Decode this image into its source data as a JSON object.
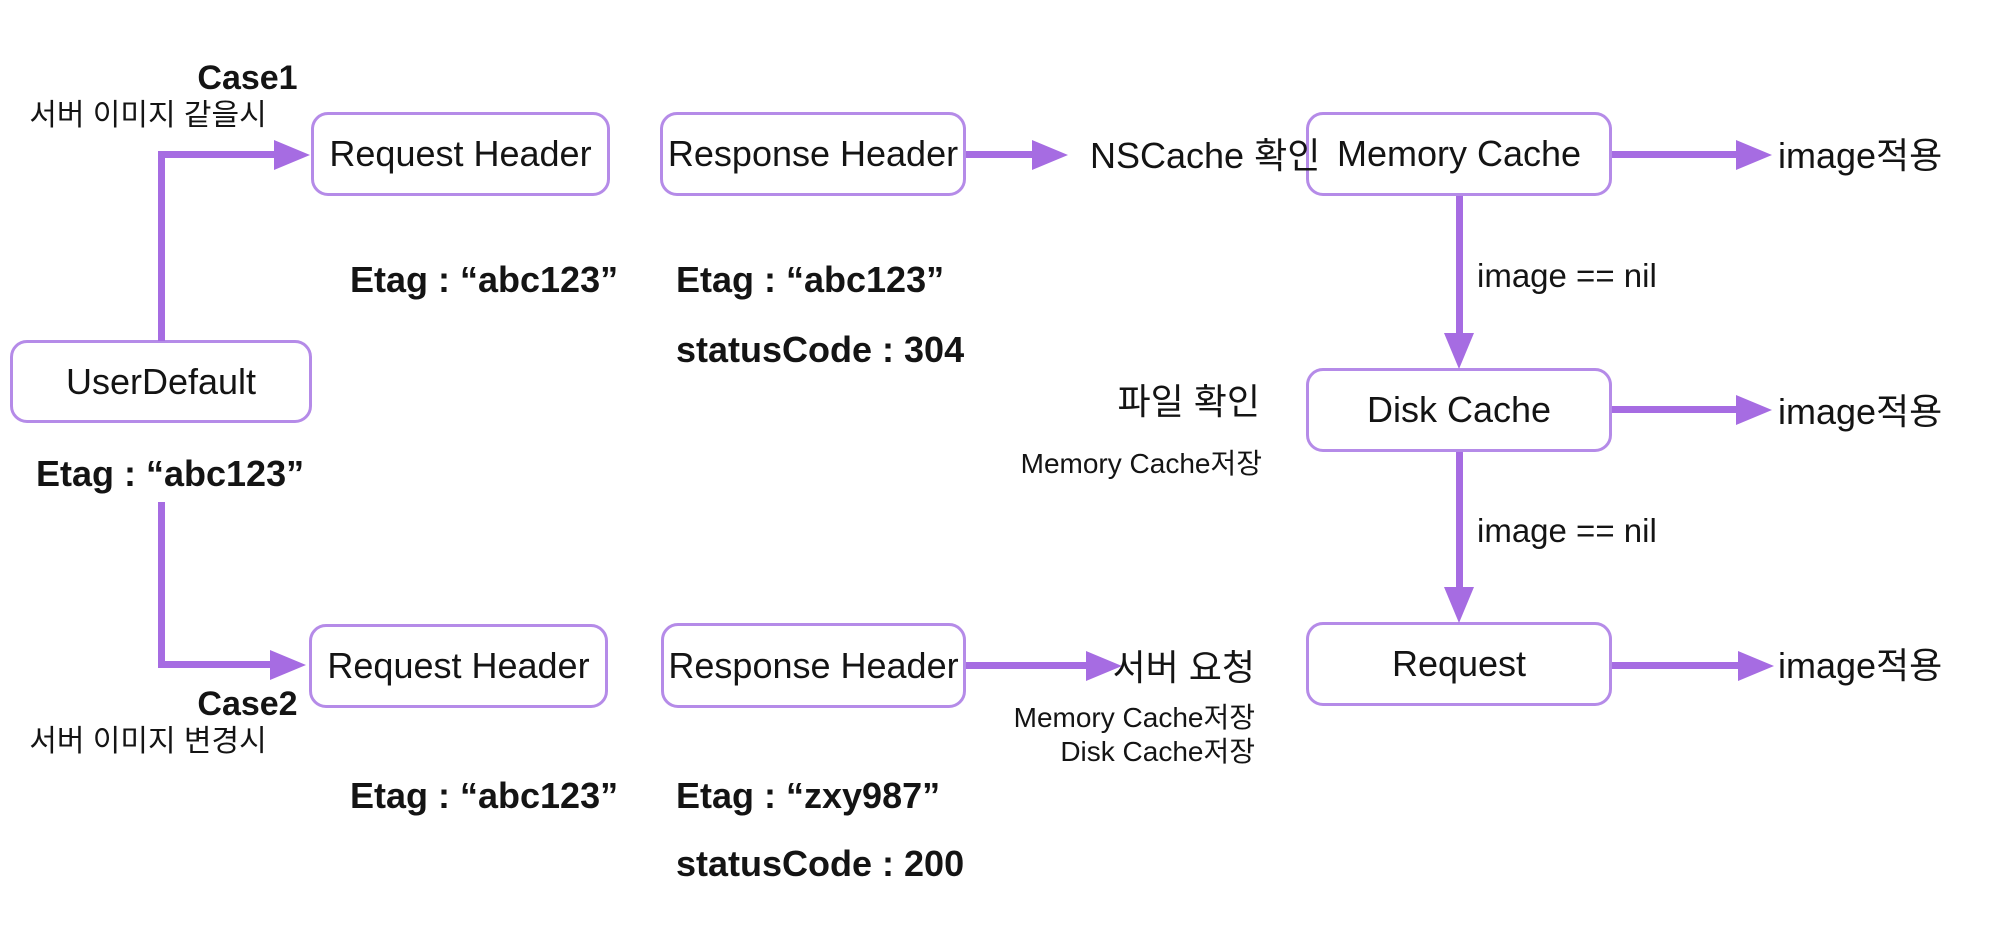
{
  "colors": {
    "arrow": "#a66ce2",
    "box_border": "#b58be8",
    "text": "#141414",
    "background": "#ffffff"
  },
  "boxes": {
    "request_header_case1": "Request Header",
    "response_header_case1": "Response Header",
    "memory_cache": "Memory Cache",
    "user_default": "UserDefault",
    "disk_cache": "Disk Cache",
    "request_header_case2": "Request Header",
    "response_header_case2": "Response Header",
    "request": "Request"
  },
  "labels": {
    "case1": "Case1",
    "case1_sub": "서버 이미지 같을시",
    "etag_req1": "Etag : “abc123”",
    "etag_resp1": "Etag : “abc123”",
    "status_304": "statusCode : 304",
    "nscache_check": "NSCache 확인",
    "image_apply_1": "image적용",
    "image_nil_1": "image == nil",
    "file_check": "파일 확인",
    "memory_cache_save_1": "Memory Cache저장",
    "etag_userdefault": "Etag : “abc123”",
    "image_apply_2": "image적용",
    "image_nil_2": "image == nil",
    "server_request": "서버 요청",
    "memory_cache_save_2": "Memory Cache저장",
    "disk_cache_save": "Disk Cache저장",
    "case2": "Case2",
    "case2_sub": "서버 이미지 변경시",
    "etag_req2": "Etag : “abc123”",
    "etag_zxy": "Etag : “zxy987”",
    "status_200": "statusCode : 200",
    "image_apply_3": "image적용"
  }
}
